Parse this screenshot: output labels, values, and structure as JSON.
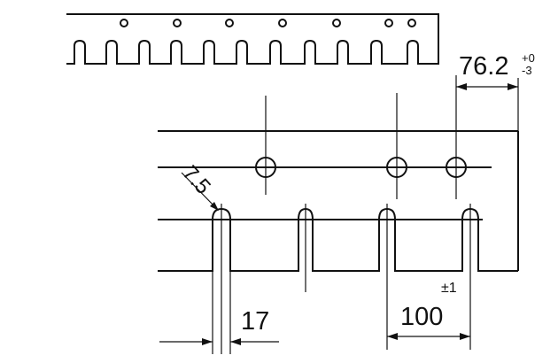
{
  "drawing": {
    "dimensions": {
      "width_value": "76.2",
      "width_tol_plus": "+0",
      "width_tol_minus": "-3",
      "radius": "7.5",
      "slot_gap": "17",
      "pitch": "100",
      "pitch_tolerance": "±1"
    }
  }
}
